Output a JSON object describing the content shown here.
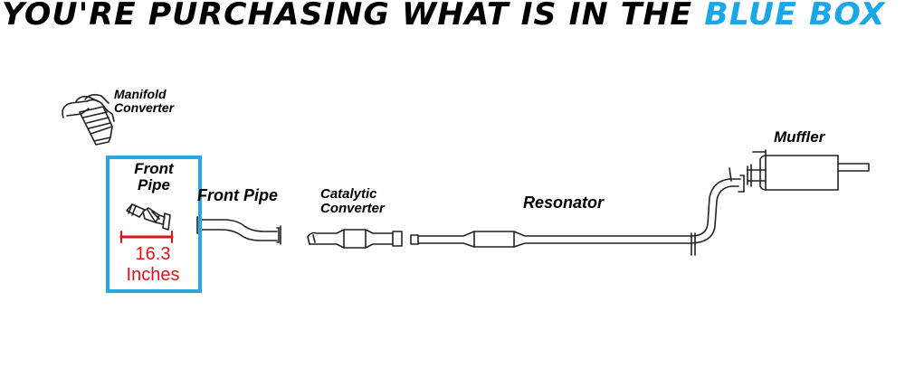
{
  "headline": {
    "prefix": "YOU'RE PURCHASING WHAT IS IN THE ",
    "highlight": "BLUE BOX"
  },
  "colors": {
    "highlight": "#1aa7e8",
    "box_border": "#29a8e0",
    "measurement": "#d9141b"
  },
  "parts": {
    "manifold_converter": {
      "line1": "Manifold",
      "line2": "Converter"
    },
    "front_pipe_selected": {
      "line1": "Front",
      "line2": "Pipe"
    },
    "front_pipe": "Front Pipe",
    "catalytic_converter": {
      "line1": "Catalytic",
      "line2": "Converter"
    },
    "resonator": "Resonator",
    "muffler": "Muffler"
  },
  "measurement": {
    "value": "16.3",
    "unit": "Inches"
  }
}
